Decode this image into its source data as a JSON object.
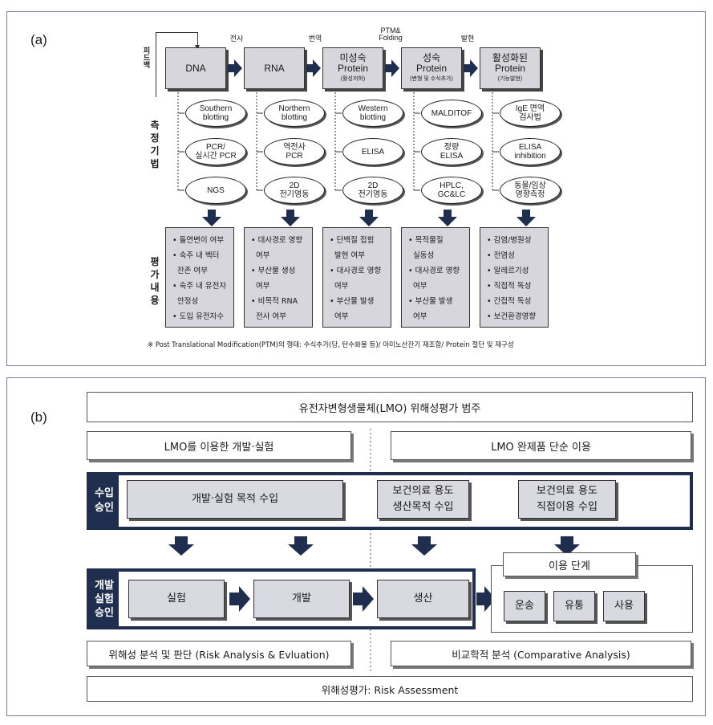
{
  "panel_a": {
    "label": "(a)",
    "feedback_label": "피드백",
    "processes": [
      "전사",
      "번역",
      "PTM&\nFolding",
      "발현"
    ],
    "stages": [
      {
        "title": "DNA",
        "sub": ""
      },
      {
        "title": "RNA",
        "sub": ""
      },
      {
        "title": "미성숙\nProtein",
        "sub": "(활성저하)"
      },
      {
        "title": "성숙\nProtein",
        "sub": "(변형 및 수식추가)"
      },
      {
        "title": "활성화된\nProtein",
        "sub": "(기능발현)"
      }
    ],
    "method_label": "측정기법",
    "methods": [
      [
        "Southern\nblotting",
        "PCR/\n실시간 PCR",
        "NGS"
      ],
      [
        "Northern\nblotting",
        "역전사\nPCR",
        "2D\n전기영동"
      ],
      [
        "Western\nblotting",
        "ELISA",
        "2D\n전기영동"
      ],
      [
        "MALDITOF",
        "정량\nELISA",
        "HPLC,\nGC&LC"
      ],
      [
        "IgE 면역\n검사법",
        "ELISA\ninhibition",
        "동물/임상\n영향측정"
      ]
    ],
    "eval_label": "평가내용",
    "evaluations": [
      [
        "• 돌연변이 여부",
        "• 숙주 내 벡터",
        "  잔존 여부",
        "• 숙주 내 유전자",
        "  안정성",
        "• 도입 유전자수"
      ],
      [
        "• 대사경로 영향",
        "  여부",
        "• 부산물 생성",
        "  여부",
        "• 비목적 RNA",
        "  전사 여부"
      ],
      [
        "• 단백질 접힘",
        "  발현 여부",
        "• 대사경로 영향",
        "  여부",
        "• 부산물 발생",
        "  여부"
      ],
      [
        "• 목적물질",
        "  실동성",
        "• 대사경로 영향",
        "  여부",
        "• 부산물 발생",
        "  여부"
      ],
      [
        "• 감염/병원성",
        "• 전염성",
        "• 알레르기성",
        "• 직접적 독성",
        "• 간접적 독성",
        "• 보건환경영향"
      ]
    ],
    "footnote": "※ Post Translational Modification(PTM)의 형태: 수식추가(당, 탄수화물 등)/ 아미노산잔기 재조합/ Protein 절단 및 재구성"
  },
  "panel_b": {
    "label": "(b)",
    "top": "유전자변형생물체(LMO) 위해성평가 범주",
    "left_header": "LMO를 이용한 개발·실험",
    "right_header": "LMO 완제품 단순 이용",
    "import_tab": "수입\n승인",
    "import_boxes": [
      "개발·실험 목적 수입",
      "보건의료 용도\n생산목적 수입",
      "보건의료 용도\n직접이용 수입"
    ],
    "dev_tab": "개발\n실험\n승인",
    "flow": [
      "실험",
      "개발",
      "생산"
    ],
    "use_title": "이용 단계",
    "use_items": [
      "운송",
      "유통",
      "사용"
    ],
    "left_analysis": "위해성 분석 및 판단 (Risk Analysis & Evluation)",
    "right_analysis": "비교학적 분석 (Comparative Analysis)",
    "bottom": "위해성평가: Risk Assessment"
  },
  "colors": {
    "navy": "#1f2d4e",
    "box_gray": "#d6d6dc"
  }
}
